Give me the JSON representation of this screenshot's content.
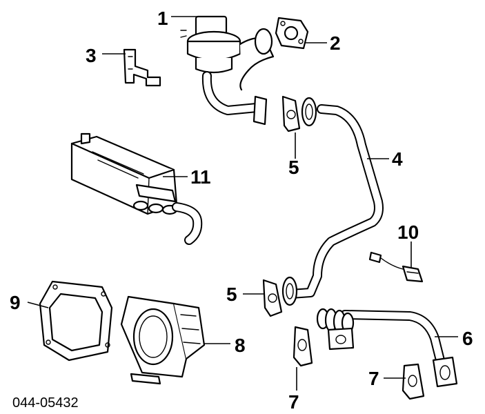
{
  "callouts": {
    "c1": "1",
    "c2": "2",
    "c3": "3",
    "c4": "4",
    "c5a": "5",
    "c5b": "5",
    "c6": "6",
    "c7a": "7",
    "c7b": "7",
    "c8": "8",
    "c9": "9",
    "c10": "10",
    "c11": "11"
  },
  "diagram_code": "044-05432"
}
